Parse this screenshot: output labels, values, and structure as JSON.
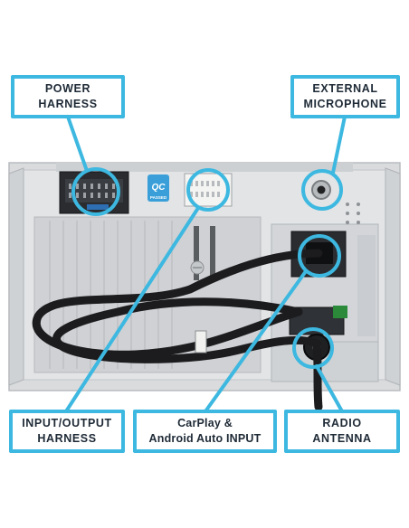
{
  "labels": {
    "power": [
      "POWER",
      "HARNESS"
    ],
    "mic": [
      "EXTERNAL",
      "MICROPHONE"
    ],
    "io": [
      "INPUT/OUTPUT",
      "HARNESS"
    ],
    "carplay": [
      "CarPlay &",
      "Android Auto INPUT"
    ],
    "radio": [
      "RADIO",
      "ANTENNA"
    ]
  },
  "badges": {
    "qc_top": "QC",
    "qc_bottom": "PASSED"
  },
  "colors": {
    "accent": "#3db8e0",
    "text": "#1e2a36",
    "chassis": "#d6d8da",
    "cable": "#1c1c1e"
  }
}
